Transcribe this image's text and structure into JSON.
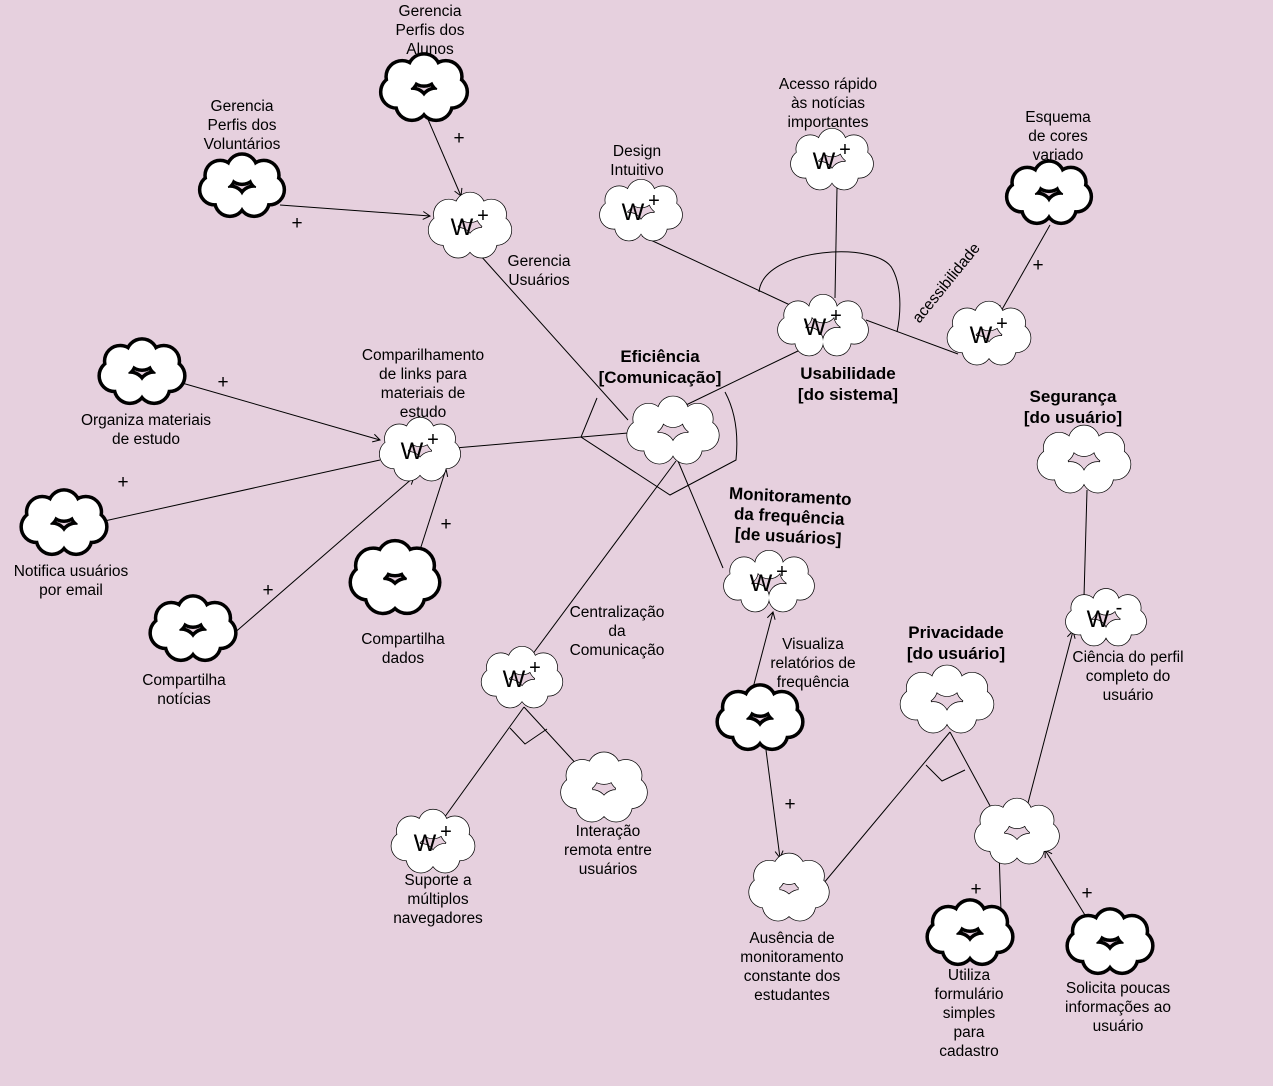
{
  "colors": {
    "background": "#e6d0de",
    "cloud_fill": "#ffffff",
    "stroke": "#000000"
  },
  "diagram": {
    "title_efficiency": [
      "Eficiência",
      "[Comunicação]"
    ],
    "title_usability": [
      "Usabilidade",
      "[do sistema]"
    ],
    "title_monitoring": [
      "Monitoramento",
      "da frequência",
      "[de usuários]"
    ],
    "title_security": [
      "Segurança",
      "[do usuário]"
    ],
    "title_privacy": [
      "Privacidade",
      "[do usuário]"
    ],
    "label_gerencia_alunos": [
      "Gerencia",
      "Perfis dos",
      "Alunos"
    ],
    "label_gerencia_voluntarios": [
      "Gerencia",
      "Perfis dos",
      "Voluntários"
    ],
    "label_gerencia_usuarios": [
      "Gerencia",
      "Usuários"
    ],
    "label_design": [
      "Design",
      "Intuitivo"
    ],
    "label_acesso": [
      "Acesso rápido",
      "às notícias",
      "importantes"
    ],
    "label_esquema": [
      "Esquema",
      "de cores",
      "variado"
    ],
    "label_acessibilidade": "acessibilidade",
    "label_compartilhamento_links": [
      "Comparilhamento",
      "de links para",
      "materiais de",
      "estudo"
    ],
    "label_organiza": [
      "Organiza materiais",
      "de estudo"
    ],
    "label_notifica": [
      "Notifica usuários",
      "por email"
    ],
    "label_compartilha_noticias": [
      "Compartilha",
      "notícias"
    ],
    "label_compartilha_dados": [
      "Compartilha",
      "dados"
    ],
    "label_centralizacao": [
      "Centralização",
      "da",
      "Comunicação"
    ],
    "label_suporte": [
      "Suporte a",
      "múltiplos",
      "navegadores"
    ],
    "label_interacao": [
      "Interação",
      "remota entre",
      "usuários"
    ],
    "label_visualiza": [
      "Visualiza",
      "relatórios de",
      "frequência"
    ],
    "label_ausencia": [
      "Ausência de",
      "monitoramento",
      "constante dos",
      "estudantes"
    ],
    "label_ciencia": [
      "Ciência do perfil",
      "completo do",
      "usuário"
    ],
    "label_utiliza": [
      "Utiliza",
      "formulário",
      "simples",
      "para",
      "cadastro"
    ],
    "label_solicita": [
      "Solicita poucas",
      "informações ao",
      "usuário"
    ],
    "w_letter": "W",
    "plus": "+",
    "minus": "-"
  }
}
